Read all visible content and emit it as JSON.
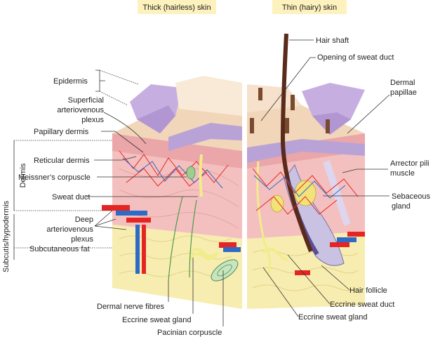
{
  "headers": {
    "thick": "Thick (hairless) skin",
    "thin": "Thin (hairy) skin"
  },
  "labels": {
    "epidermis": "Epidermis",
    "superficial_plexus": [
      "Superficial",
      "arteriovenous",
      "plexus"
    ],
    "papillary_dermis": "Papillary dermis",
    "reticular_dermis": "Reticular dermis",
    "meissner": "Meissner’s corpuscle",
    "sweat_duct": "Sweat duct",
    "deep_plexus": [
      "Deep",
      "arteriovenous",
      "plexus"
    ],
    "subcutaneous_fat": "Subcutaneous fat",
    "dermal_nerve": "Dermal nerve fibres",
    "eccrine_gland_left": "Eccrine sweat gland",
    "pacinian": "Pacinian corpuscle",
    "hair_shaft": "Hair shaft",
    "opening_sweat_duct": "Opening of sweat duct",
    "dermal_papillae": [
      "Dermal",
      "papillae"
    ],
    "arrector_pili": [
      "Arrector pili",
      "muscle"
    ],
    "sebaceous": [
      "Sebaceous",
      "gland"
    ],
    "hair_follicle": "Hair follicle",
    "eccrine_duct": "Eccrine sweat duct",
    "eccrine_gland_right": "Eccrine sweat gland"
  },
  "side_labels": {
    "dermis": "Dermis",
    "subcutis": "Subcutis/hypodermis"
  },
  "colors": {
    "epidermis_top": "#f3dcc0",
    "epidermis_purple": "#b9a3d6",
    "dermis_pink": "#f4c0bf",
    "fat_yellow": "#f7edb0",
    "artery_red": "#e52523",
    "vein_blue": "#2d6bc6",
    "hair_brown": "#5a2a1a"
  }
}
